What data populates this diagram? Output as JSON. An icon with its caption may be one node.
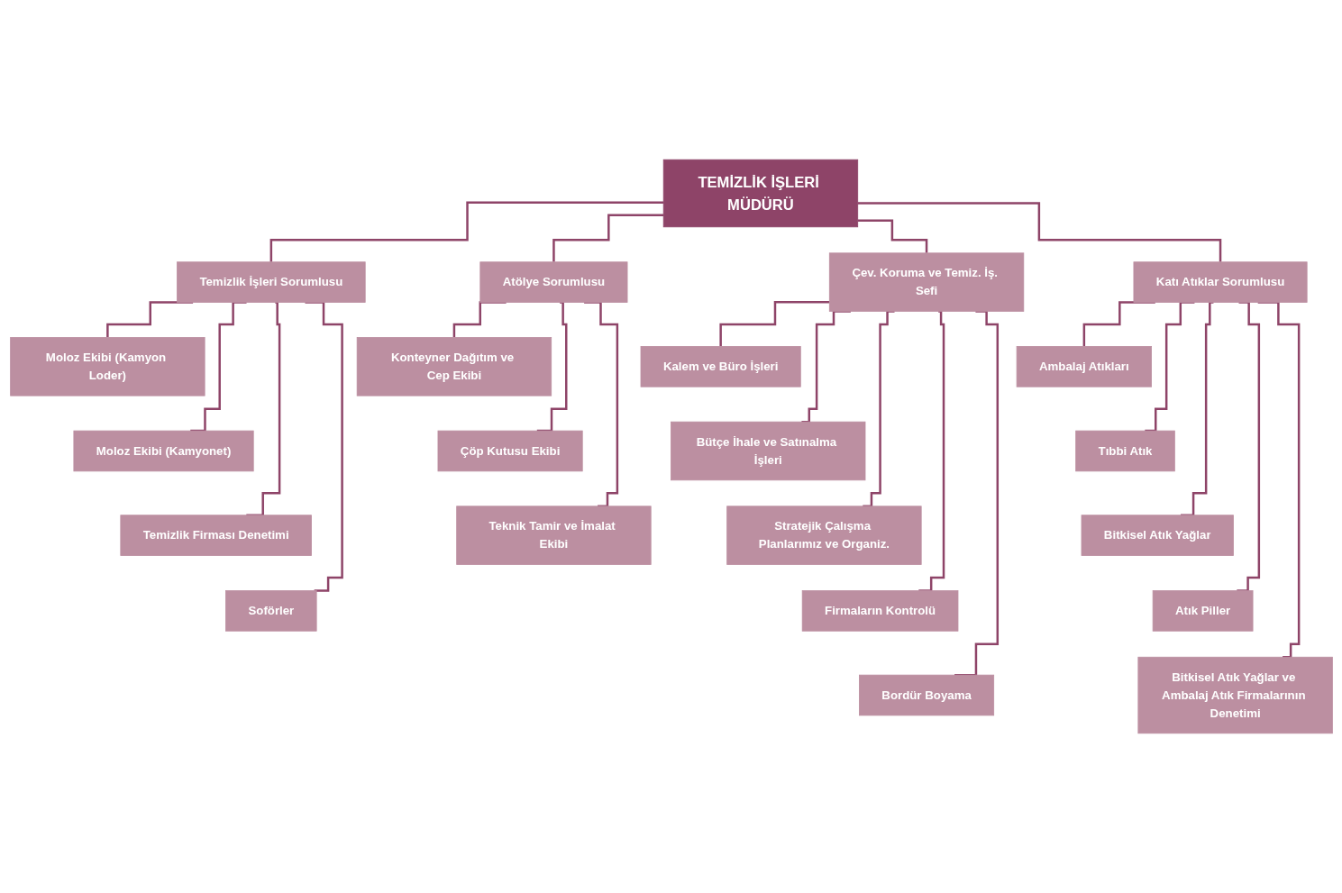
{
  "diagram": {
    "nodes": [
      {
        "text": [
          "TEMİZLİK İŞLERİ MÜDÜRÜ"
        ]
      },
      {
        "text": [
          "Temizlik İşleri Sorumlusu"
        ]
      },
      {
        "text": [
          "Atölye Sorumlusu"
        ]
      },
      {
        "text": [
          "Çev. Koruma ve Temiz. İş. Sefi"
        ]
      },
      {
        "text": [
          "Katı Atıklar Sorumlusu"
        ]
      },
      {
        "text": [
          "Moloz Ekibi (Kamyon Loder)"
        ]
      },
      {
        "text": [
          "Moloz Ekibi (Kamyonet)"
        ]
      },
      {
        "text": [
          "Temizlik Firması Denetimi"
        ]
      },
      {
        "text": [
          "Soförler"
        ]
      },
      {
        "text": [
          "Konteyner Dağıtım ve Cep Ekibi"
        ]
      },
      {
        "text": [
          "Çöp Kutusu Ekibi"
        ]
      },
      {
        "text": [
          "Teknik Tamir ve İmalat Ekibi"
        ]
      },
      {
        "text": [
          "Kalem ve Büro İşleri"
        ]
      },
      {
        "text": [
          "Bütçe İhale ve Satınalma İşleri"
        ]
      },
      {
        "text": [
          "Stratejik Çalışma Planlarımız ve Organiz."
        ]
      },
      {
        "text": [
          "Firmaların Kontrolü"
        ]
      },
      {
        "text": [
          "Bordür Boyama"
        ]
      },
      {
        "text": [
          "Ambalaj Atıkları"
        ]
      },
      {
        "text": [
          "Tıbbi Atık"
        ]
      },
      {
        "text": [
          "Bitkisel Atık Yağlar"
        ]
      },
      {
        "text": [
          "Atık Piller"
        ]
      },
      {
        "text": [
          "Bitkisel Atık Yağlar ve Ambalaj Atık Firmalarının Denetimi"
        ]
      }
    ],
    "edges": [
      {
        "from": 0,
        "to": 1,
        "arrow": "none"
      },
      {
        "from": 0,
        "to": 2,
        "arrow": "none"
      },
      {
        "from": 0,
        "to": 3,
        "arrow": "none"
      },
      {
        "from": 0,
        "to": 4,
        "arrow": "none"
      },
      {
        "from": 1,
        "to": 5,
        "arrow": "none"
      },
      {
        "from": 1,
        "to": 6,
        "arrow": "none"
      },
      {
        "from": 1,
        "to": 7,
        "arrow": "none"
      },
      {
        "from": 1,
        "to": 8,
        "arrow": "none"
      },
      {
        "from": 2,
        "to": 9,
        "arrow": "none"
      },
      {
        "from": 2,
        "to": 10,
        "arrow": "none"
      },
      {
        "from": 2,
        "to": 11,
        "arrow": "none"
      },
      {
        "from": 3,
        "to": 12,
        "arrow": "none"
      },
      {
        "from": 3,
        "to": 13,
        "arrow": "none"
      },
      {
        "from": 3,
        "to": 14,
        "arrow": "none"
      },
      {
        "from": 3,
        "to": 15,
        "arrow": "none"
      },
      {
        "from": 3,
        "to": 16,
        "arrow": "none"
      },
      {
        "from": 4,
        "to": 17,
        "arrow": "none"
      },
      {
        "from": 4,
        "to": 18,
        "arrow": "none"
      },
      {
        "from": 4,
        "to": 19,
        "arrow": "none"
      },
      {
        "from": 4,
        "to": 20,
        "arrow": "none"
      },
      {
        "from": 4,
        "to": 21,
        "arrow": "none"
      }
    ]
  }
}
